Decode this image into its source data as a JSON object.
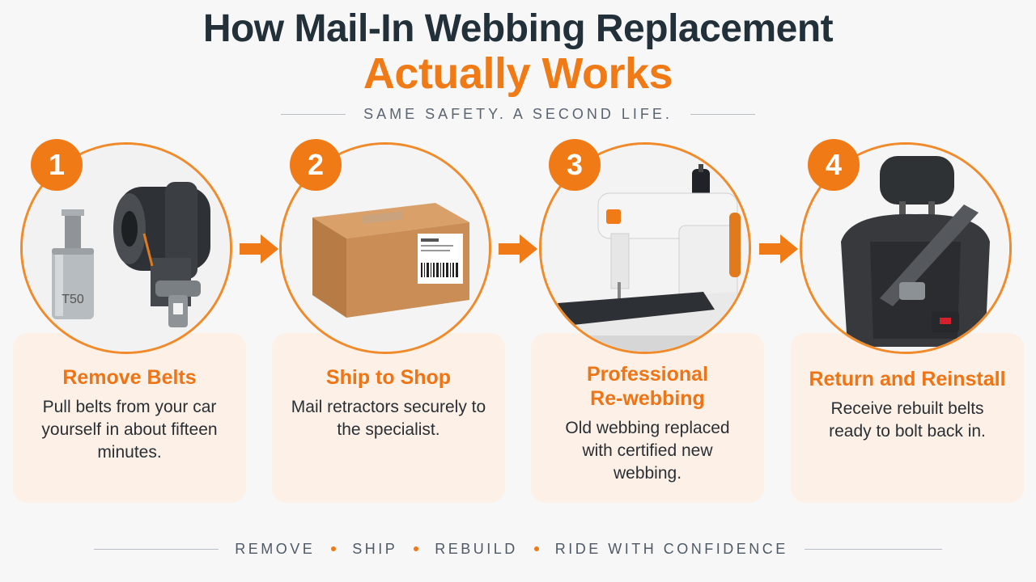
{
  "header": {
    "title_line1": "How Mail-In Webbing Replacement",
    "title_line2": "Actually Works",
    "tagline": "SAME SAFETY. A SECOND LIFE."
  },
  "steps": [
    {
      "number": "1",
      "title": "Remove Belts",
      "description": "Pull belts from your car yourself in about fifteen minutes.",
      "image_text": "T50",
      "icons": [
        "torx-socket-icon",
        "seatbelt-retractor-icon"
      ]
    },
    {
      "number": "2",
      "title": "Ship to Shop",
      "description": "Mail retractors securely to the specialist.",
      "icons": [
        "shipping-box-icon"
      ]
    },
    {
      "number": "3",
      "title": "Professional Re-webbing",
      "description": "Old webbing replaced with certified new webbing.",
      "icons": [
        "sewing-machine-icon"
      ]
    },
    {
      "number": "4",
      "title": "Return and Reinstall",
      "description": "Receive rebuilt belts ready to bolt back in.",
      "icons": [
        "car-seat-icon"
      ]
    }
  ],
  "footer": {
    "items": [
      "REMOVE",
      "SHIP",
      "REBUILD",
      "RIDE WITH CONFIDENCE"
    ]
  },
  "colors": {
    "accent": "#EF7A16",
    "title_dark": "#22303A",
    "card_bg": "#FDF0E6",
    "background": "#F7F7F8"
  }
}
